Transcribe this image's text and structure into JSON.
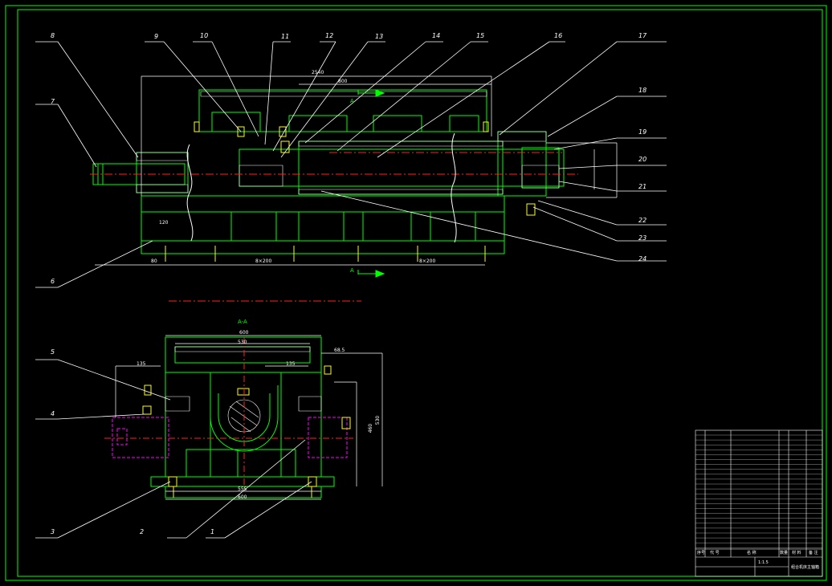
{
  "colors": {
    "background": "#000000",
    "frame": "#00ff00",
    "hatch": "#ffffff",
    "axis": "#ff2020",
    "hidden": "#ff00ff",
    "accent": "#ffff00",
    "dim_line": "#ffffff",
    "arrow": "#00ff00"
  },
  "part_labels": [
    "8",
    "9",
    "10",
    "11",
    "12",
    "13",
    "14",
    "15",
    "16",
    "17",
    "18",
    "19",
    "20",
    "21",
    "22",
    "23",
    "24",
    "7",
    "6",
    "5",
    "4",
    "3",
    "2",
    "1"
  ],
  "dimensions": {
    "top_overall": "2540",
    "top_mid": "800",
    "left_dim": "120",
    "bottom_a": "80",
    "bottom_b": "8×200",
    "bottom_c": "8×200",
    "sec_top": "600",
    "sec_inner": "530",
    "sec_left": "135",
    "sec_mid": "135",
    "sec_right": "68.5",
    "sec_bottom_a": "555",
    "sec_bottom_b": "600",
    "sec_height": "460",
    "sec_height2": "530"
  },
  "section_label": "A-A",
  "cut_letter": "A",
  "title_block": {
    "scale": "1:1.5",
    "drawing_title": "组合机床主轴箱",
    "header_cols": [
      "序号",
      "代 号",
      "名 称",
      "数量",
      "材 料",
      "备 注"
    ]
  }
}
